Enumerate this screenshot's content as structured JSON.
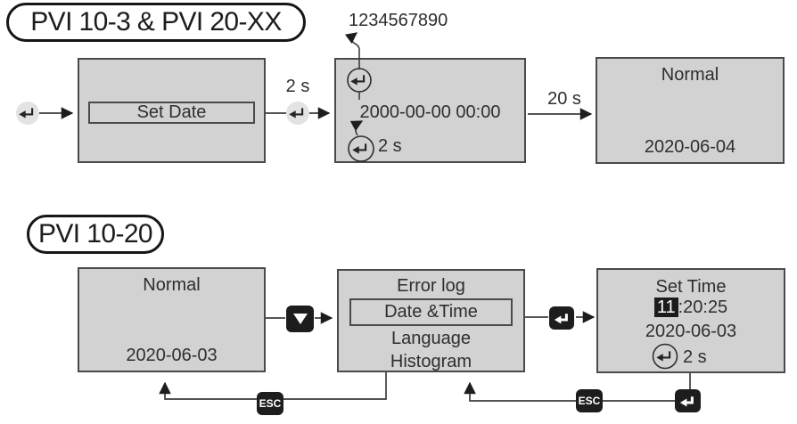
{
  "palette": {
    "screen_bg": "#d2d2d2",
    "screen_border": "#4a4a4a",
    "key_bg": "#1d1d1d",
    "ink": "#2e2e2e"
  },
  "top": {
    "badge": "PVI 10-3 & PVI 20-XX",
    "digits_hint": "1234567890",
    "enter_hold_label": "2 s",
    "timeout_label": "20 s",
    "screens": {
      "set_date": {
        "item": "Set Date"
      },
      "edit": {
        "value": "2000-00-00 00:00",
        "hold_label": "2 s"
      },
      "normal": {
        "status": "Normal",
        "date": "2020-06-04"
      }
    }
  },
  "bottom": {
    "badge": "PVI 10-20",
    "esc_label": "ESC",
    "screens": {
      "normal": {
        "status": "Normal",
        "date": "2020-06-03"
      },
      "menu": {
        "items": [
          "Error log",
          "Date &Time",
          "Language",
          "Histogram"
        ],
        "selected_index": 1
      },
      "set_time": {
        "title": "Set Time",
        "hour": "11",
        "minsec": ":20:25",
        "date": "2020-06-03",
        "hold_label": "2 s"
      }
    }
  }
}
